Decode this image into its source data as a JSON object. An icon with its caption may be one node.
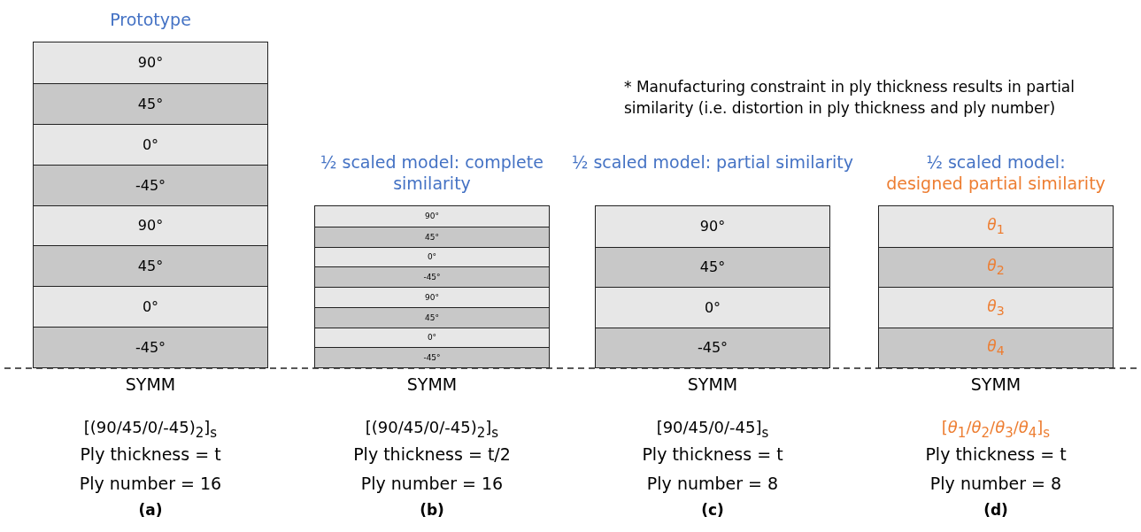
{
  "diagram": {
    "nodes": [
      {
        "text": [
          "Prototype"
        ],
        "beside": [
          "SYMM",
          "[(90/45/0/-45)$_{2}$]$_{s}$",
          "Ply thickness = t",
          "Ply number = 16",
          "(a)"
        ]
      },
      {
        "text": [
          "90°"
        ],
        "in": 0
      },
      {
        "text": [
          "45°"
        ],
        "in": 0
      },
      {
        "text": [
          "0°"
        ],
        "in": 0
      },
      {
        "text": [
          "-45°"
        ],
        "in": 0
      },
      {
        "text": [
          "90°"
        ],
        "in": 0
      },
      {
        "text": [
          "45°"
        ],
        "in": 0
      },
      {
        "text": [
          "0°"
        ],
        "in": 0
      },
      {
        "text": [
          "-45°"
        ],
        "in": 0
      },
      {
        "text": [
          "½ scaled model: complete similarity"
        ],
        "beside": [
          "SYMM",
          "[(90/45/0/-45)$_{2}$]$_{s}$",
          "Ply thickness = t/2",
          "Ply number = 16",
          "(b)"
        ]
      },
      {
        "text": [
          "90°"
        ],
        "in": 9
      },
      {
        "text": [
          "45°"
        ],
        "in": 9
      },
      {
        "text": [
          "0°"
        ],
        "in": 9
      },
      {
        "text": [
          "-45°"
        ],
        "in": 9
      },
      {
        "text": [
          "90°"
        ],
        "in": 9
      },
      {
        "text": [
          "45°"
        ],
        "in": 9
      },
      {
        "text": [
          "0°"
        ],
        "in": 9
      },
      {
        "text": [
          "-45°"
        ],
        "in": 9
      },
      {
        "text": [
          "½ scaled model: partial similarity"
        ],
        "beside": [
          "SYMM",
          "[90/45/0/-45]$_{s}$",
          "Ply thickness = t",
          "Ply number = 8",
          "(c)"
        ]
      },
      {
        "text": [
          "90°"
        ],
        "in": 18
      },
      {
        "text": [
          "45°"
        ],
        "in": 18
      },
      {
        "text": [
          "0°"
        ],
        "in": 18
      },
      {
        "text": [
          "-45°"
        ],
        "in": 18
      },
      {
        "text": [
          "½ scaled model:",
          "designed partial similarity"
        ],
        "beside": [
          "SYMM",
          "[*θ*$_{1}$/*θ*$_{2}$/*θ*$_{3}$/*θ*$_{4}$]$_{s}$",
          "Ply thickness = t",
          "Ply number = 8",
          "(d)"
        ]
      },
      {
        "text": [
          "*θ*$_{1}$"
        ],
        "in": 23
      },
      {
        "text": [
          "*θ*$_{2}$"
        ],
        "in": 23
      },
      {
        "text": [
          "*θ*$_{3}$"
        ],
        "in": 23
      },
      {
        "text": [
          "*θ*$_{4}$"
        ],
        "in": 23
      }
    ],
    "labels": [
      "* Manufacturing constraint in ply thickness results in partial similarity (i.e. distortion in ply thickness and ply number)"
    ]
  }
}
